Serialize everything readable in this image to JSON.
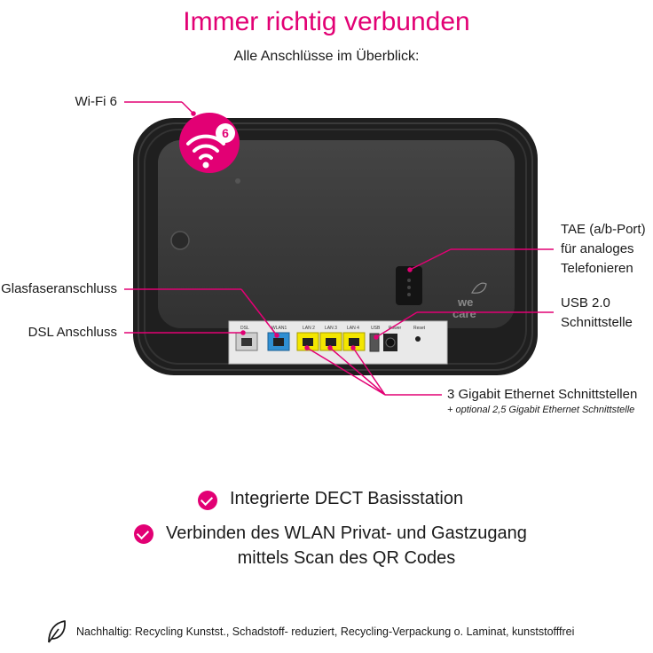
{
  "header": {
    "title": "Immer richtig verbunden",
    "subtitle": "Alle Anschlüsse im Überblick:"
  },
  "labels": {
    "wifi": "Wi-Fi 6",
    "wifi_badge": "6",
    "glasfaser": "Glasfaseranschluss",
    "dsl": "DSL Anschluss",
    "tae_line1": "TAE (a/b-Port)",
    "tae_line2": "für analoges",
    "tae_line3": "Telefonieren",
    "usb_line1": "USB 2.0",
    "usb_line2": "Schnittstelle",
    "ethernet": "3 Gigabit Ethernet Schnittstellen",
    "ethernet_sub": "+ optional 2,5 Gigabit Ethernet Schnittstelle"
  },
  "device": {
    "ports": [
      "DSL",
      "WLAN1",
      "LAN 2",
      "LAN 3",
      "LAN 4",
      "USB",
      "Power",
      "Reset"
    ],
    "logo_line1": "we",
    "logo_line2": "care"
  },
  "features": [
    {
      "text": "Integrierte DECT Basisstation"
    },
    {
      "line1": "Verbinden des WLAN Privat- und Gastzugang",
      "line2": "mittels Scan des QR Codes"
    }
  ],
  "footer": {
    "text": "Nachhaltig: Recycling Kunstst., Schadstoff- reduziert, Recycling-Verpackung o. Laminat, kunststofffrei"
  },
  "colors": {
    "accent": "#e20074",
    "device_body": "#1f1f1f",
    "port_lan": "#f3e600",
    "port_wlan": "#2f8fd3",
    "port_dsl": "#d9d9d9"
  }
}
